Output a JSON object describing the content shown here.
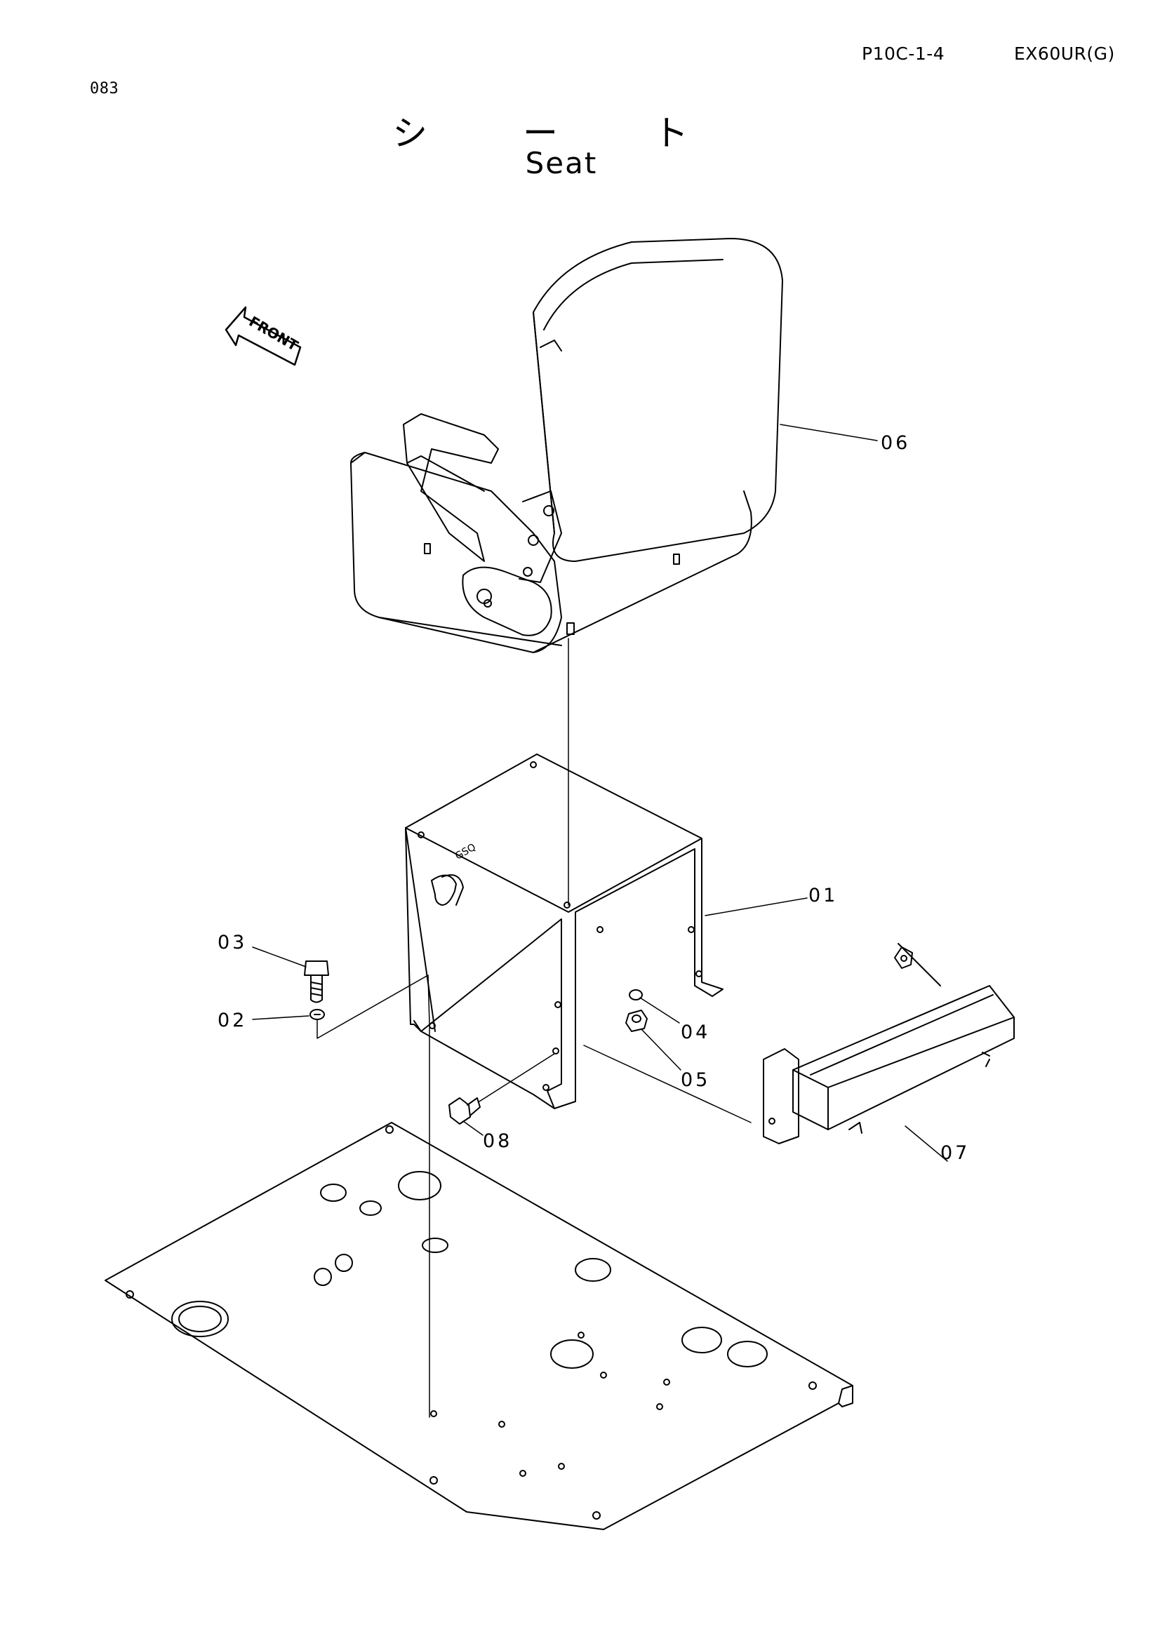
{
  "header": {
    "page_number": "083",
    "page_code": "P10C-1-4",
    "model": "EX60UR(G)"
  },
  "title": {
    "japanese": "シ ー ト",
    "english": "Seat"
  },
  "front_marker": "FRONT",
  "callouts": [
    "01",
    "02",
    "03",
    "04",
    "05",
    "06",
    "07",
    "08"
  ],
  "colors": {
    "line": "#000000",
    "background": "#ffffff"
  }
}
